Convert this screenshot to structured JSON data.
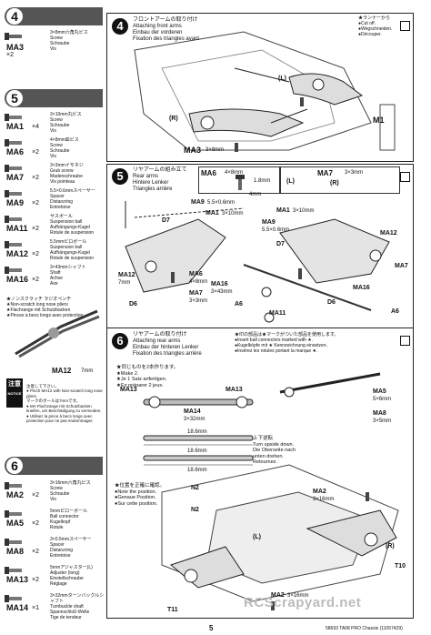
{
  "sidebar": {
    "step4": {
      "number": "4"
    },
    "step5": {
      "number": "5"
    },
    "step6": {
      "number": "6"
    },
    "parts4": [
      {
        "code": "MA3",
        "qty": "×2",
        "desc": "3×8mm六角丸ビス\nScrew\nSchraube\nVis"
      }
    ],
    "parts5": [
      {
        "code": "MA1",
        "qty": "×4",
        "desc": "3×10mm丸ビス\nScrew\nSchraube\nVis"
      },
      {
        "code": "MA6",
        "qty": "×2",
        "desc": "4×8mm皿ビス\nScrew\nSchraube\nVis"
      },
      {
        "code": "MA7",
        "qty": "×2",
        "desc": "3×3mmイモネジ\nGrub screw\nMadenschraube\nVis pointeau"
      },
      {
        "code": "MA9",
        "qty": "×2",
        "desc": "5.5×0.6mmスペーサー\nSpacer\nDistanzring\nEntretoise"
      },
      {
        "code": "MA11",
        "qty": "×2",
        "desc": "サスボール\nSuspension ball\nAufhängungs-Kugel\nRotule de suspension"
      },
      {
        "code": "MA12",
        "qty": "×2",
        "desc": "5.5mmピロボール\nSuspension ball\nAufhängungs-Kugel\nRotule de suspension"
      },
      {
        "code": "MA16",
        "qty": "×2",
        "desc": "3×43mmシャフト\nShaft\nAchse\nAxe"
      }
    ],
    "tool_note": "★ノンスクラッチ ラジオペンチ\n★Non-scratch long nose pliers\n★Flachrange mit Schutzbacken\n★Pinces à becs longs avec protection",
    "ma12_label": "MA12",
    "ma12_mm": "7mm",
    "notice_label": "注意",
    "notice_sub": "NOTICE",
    "notice_text": "マークのボールは7mmです。\n● MA Flachzange mit Schutzbacken kneifen, um Beschädigung zu vermeiden.\n● Utilisez la pince à becs longs avec protection pour ne pas endommager.",
    "notice_jp": "注意して下さい。",
    "notice_line2": "● Pinch MA12 with Non-scratch long nose pliers.",
    "parts6": [
      {
        "code": "MA2",
        "qty": "×2",
        "desc": "3×16mm六角丸ビス\nScrew\nSchraube\nVis"
      },
      {
        "code": "MA5",
        "qty": "×2",
        "desc": "5mmピローボール\nBall connector\nKugelkopf\nRotule"
      },
      {
        "code": "MA8",
        "qty": "×2",
        "desc": "3×0.5mmスペーサー\nSpacer\nDistanzring\nEntretoise"
      },
      {
        "code": "MA13",
        "qty": "×2",
        "desc": "5mmアジャスター(L)\nAdjuster (long)\nEinstellschraube\nRéglage"
      },
      {
        "code": "MA14",
        "qty": "×1",
        "desc": "3×32mmターンバックルシャフト\nTurnbuckle shaft\nSpannschloß-Welle\nTige de tendeur"
      }
    ]
  },
  "step4": {
    "number": "4",
    "title": "フロントアームの取り付け\nAttaching front arms\nEinbau der vorderen\nFixation des triangles avant",
    "side_note": "★ランナーから\n●Cut off.\n●Wegschneiden.\n●Découper.",
    "labels": {
      "R": "(R)",
      "L": "(L)",
      "M1": "M1",
      "MA3": "MA3",
      "MA3_dim": "3×8mm"
    }
  },
  "step5": {
    "number": "5",
    "title": "リヤアームの組み立て\nRear arms\nHintere Lenker\nTriangles arrière",
    "labels": {
      "MA6": "MA6",
      "MA6_dim": "4×8mm",
      "MA6_len": "1.8mm",
      "MA6_4mm": "4mm",
      "MA7": "MA7",
      "MA7_dim": "3×3mm",
      "L": "(L)",
      "R": "(R)",
      "MA9": "MA9",
      "MA9_dim": "5.5×0.6mm",
      "MA1": "MA1",
      "MA1_dim": "3×10mm",
      "D6": "D6",
      "D7": "D7",
      "MA12": "MA12",
      "MA12_mm": "7mm",
      "MA16": "MA16",
      "MA16_dim": "3×43mm",
      "A6": "A6",
      "MA11": "MA11",
      "MA9r": "MA9",
      "MA9r_dim": "5.5×0.6mm",
      "MA1r": "MA1",
      "MA1r_dim": "3×10mm",
      "MA7r": "MA7",
      "MA7r_dim": "3×3mm",
      "MA6r": "MA6",
      "MA6r_dim": "4×8mm"
    }
  },
  "step6": {
    "number": "6",
    "title": "リヤアームの取り付け\nAttaching rear arms\nEinbau der hinteren Lenker\nFixation des triangles arrière",
    "note": "★同じものを2本作ります。\n★Make 2.\n★Je 1 Satz anfertigen.\n★En préparer 2 jeux.",
    "mark_note": "★印の部品は★マークがついた部品を使用します。\n●Insert ball connectors marked with ★.\n●Kugelköpfe mit ★ Kennzeichnung einsetzen.\n●Insérez les rotules portant la marque ★.",
    "turn_note": "上下逆転\nTurn upside down.\nDie Oberseite nach\nunten drehen.\nRetournez.",
    "locate_note": "★位置を正確に確認。\n●Note the position.\n●Genaue Position.\n●Sur cette position.",
    "labels": {
      "MA13": "MA13",
      "MA14": "MA14",
      "MA14_dim": "3×32mm",
      "MA13b": "MA13",
      "dim1": "18.6mm",
      "dim2": "18.6mm",
      "dim3": "18.6mm",
      "MA5": "MA5",
      "MA5_dim": "5×6mm",
      "MA8": "MA8",
      "MA8_dim": "3×5mm",
      "N2": "N2",
      "N2b": "N2",
      "MA2": "MA2",
      "MA2_dim": "3×16mm",
      "T10": "T10",
      "T11": "T11",
      "L": "(L)",
      "R": "(R)",
      "MA2b": "MA2",
      "MA2b_dim": "3×16mm"
    }
  },
  "footer": {
    "page": "5",
    "code": "58693 TA08 PRO Chassis (11057429)",
    "watermark": "RCScrapyard.net"
  }
}
